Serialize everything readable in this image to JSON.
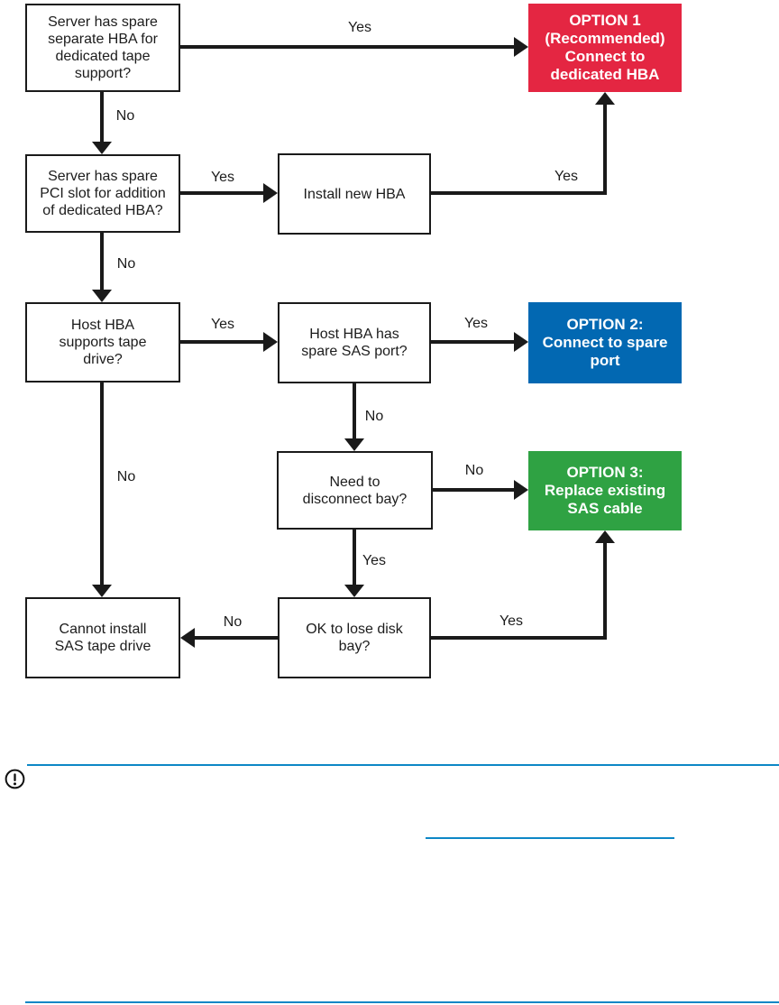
{
  "flowchart": {
    "label_yes": "Yes",
    "label_no": "No",
    "line_color": "#1a1a1a",
    "boxes": {
      "q1": {
        "lines": [
          "Server has spare",
          "separate HBA for",
          "dedicated tape",
          "support?"
        ]
      },
      "q2": {
        "lines": [
          "Server has spare",
          "PCI slot for addition",
          "of dedicated HBA?"
        ]
      },
      "install": {
        "lines": [
          "Install new HBA"
        ]
      },
      "q3": {
        "lines": [
          "Host HBA",
          "supports tape",
          "drive?"
        ]
      },
      "q4": {
        "lines": [
          "Host HBA has",
          "spare SAS port?"
        ]
      },
      "q5": {
        "lines": [
          "Need to",
          "disconnect bay?"
        ]
      },
      "q6": {
        "lines": [
          "OK to lose disk",
          "bay?"
        ]
      },
      "cannot": {
        "lines": [
          "Cannot install",
          "SAS tape drive"
        ]
      }
    },
    "options": {
      "option1": {
        "lines": [
          "OPTION 1",
          "(Recommended)",
          "Connect to",
          "dedicated HBA"
        ],
        "color": "#e42642"
      },
      "option2": {
        "lines": [
          "OPTION 2:",
          "Connect to spare",
          "port"
        ],
        "color": "#0268b2"
      },
      "option3": {
        "lines": [
          "OPTION 3:",
          "Replace existing",
          "SAS cable"
        ],
        "color": "#2fa243"
      }
    }
  },
  "footer": {
    "important_icon": "exclamation-circle-icon",
    "rule_color": "#0d87c6"
  }
}
